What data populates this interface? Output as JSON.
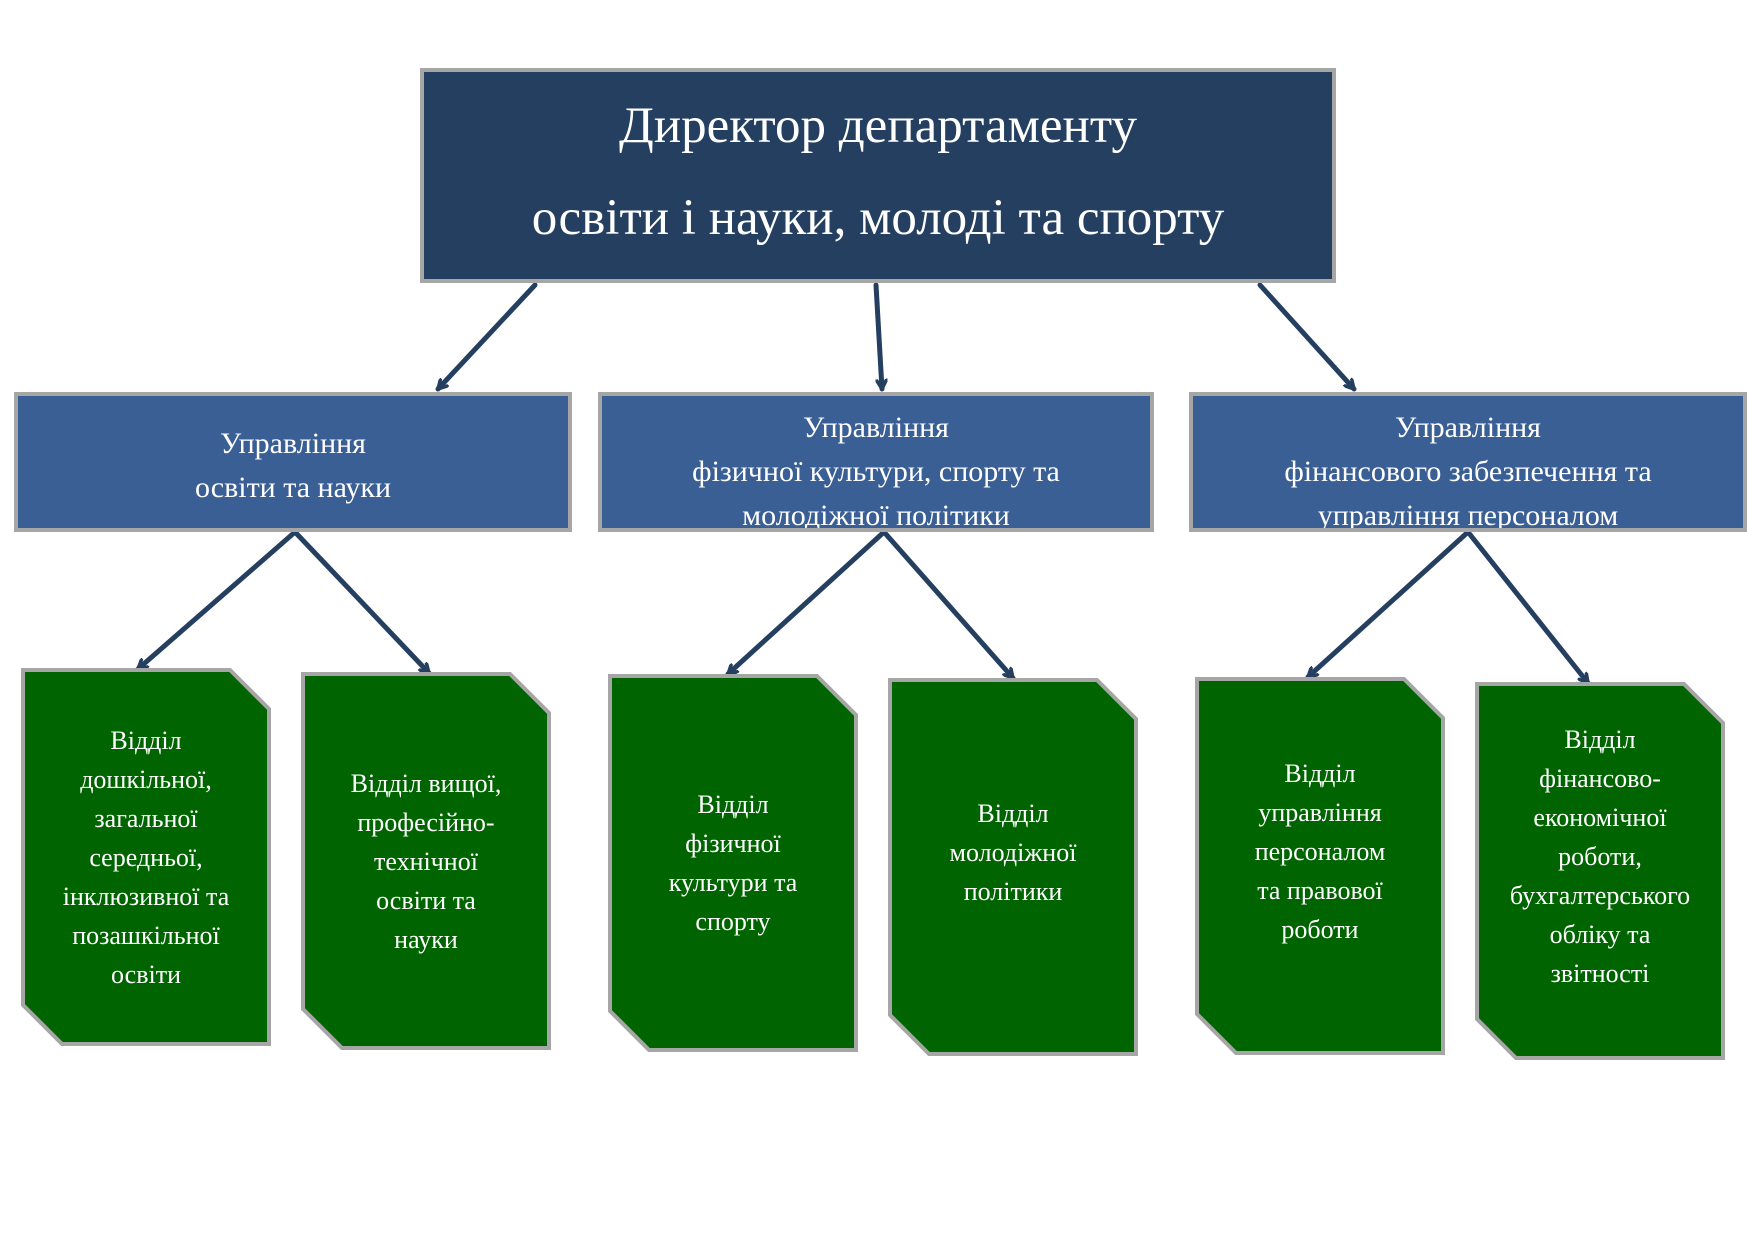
{
  "director": {
    "lines": [
      "Директор департаменту",
      "освіти і науки, молоді та спорту"
    ]
  },
  "units": [
    {
      "lines": [
        "Управління",
        "освіти та науки"
      ]
    },
    {
      "lines": [
        "Управління",
        "фізичної культури, спорту та",
        "молодіжної політики"
      ]
    },
    {
      "lines": [
        "Управління",
        "фінансового забезпечення та",
        "управління персоналом"
      ]
    }
  ],
  "departments": [
    {
      "lines": [
        "Відділ",
        "дошкільної,",
        "загальної",
        "середньої,",
        "інклюзивної та",
        "позашкільної",
        "освіти"
      ]
    },
    {
      "lines": [
        "Відділ вищої,",
        "професійно-",
        "технічної",
        "освіти та",
        "науки"
      ]
    },
    {
      "lines": [
        "Відділ",
        "фізичної",
        "культури та",
        "спорту"
      ]
    },
    {
      "lines": [
        "Відділ",
        "молодіжної",
        "політики"
      ]
    },
    {
      "lines": [
        "Відділ",
        "управління",
        "персоналом",
        "та правової",
        "роботи"
      ]
    },
    {
      "lines": [
        "Відділ",
        "фінансово-",
        "економічної",
        "роботи,",
        "бухгалтерського",
        "обліку та",
        "звітності"
      ]
    }
  ],
  "colors": {
    "director_fill": "#243f60",
    "unit_fill": "#3a5f94",
    "department_fill": "#006400",
    "border": "#a6a6a6",
    "connector": "#243f60"
  }
}
